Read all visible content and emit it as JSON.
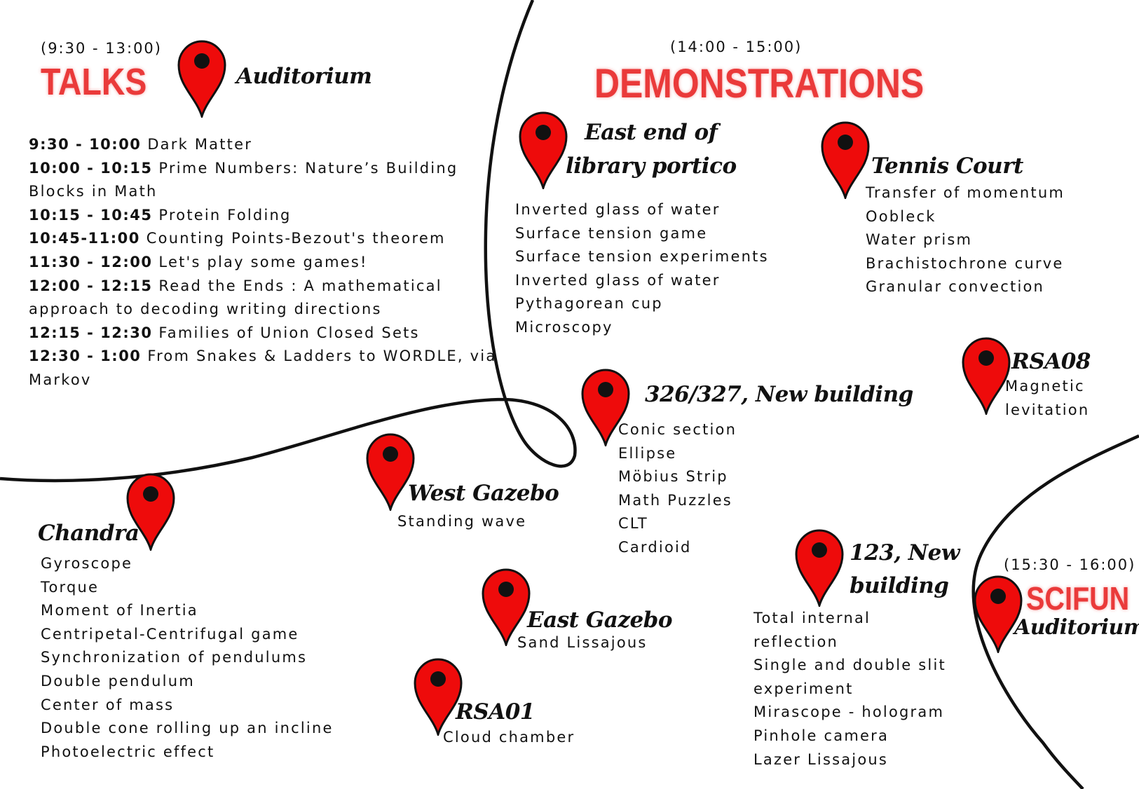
{
  "colors": {
    "accent": "#ea3a3a",
    "pin": "#ee0b0b",
    "ink": "#111111"
  },
  "talks": {
    "time": "(9:30 - 13:00)",
    "heading": "TALKS",
    "location": "Auditorium",
    "items": [
      {
        "time": "9:30 - 10:00",
        "title": "Dark Matter"
      },
      {
        "time": "10:00 - 10:15",
        "title": "Prime Numbers: Nature’s Building Blocks in Math"
      },
      {
        "time": "10:15 - 10:45",
        "title": "Protein Folding"
      },
      {
        "time": "10:45-11:00",
        "title": "Counting Points-Bezout's theorem"
      },
      {
        "time": "11:30 - 12:00",
        "title": "Let's play some games!"
      },
      {
        "time": "12:00 - 12:15",
        "title": "Read the Ends : A mathematical approach to decoding writing directions"
      },
      {
        "time": "12:15 - 12:30",
        "title": "Families of Union Closed Sets"
      },
      {
        "time": "12:30 - 1:00",
        "title": "From Snakes & Ladders to WORDLE, via Markov"
      }
    ]
  },
  "demos": {
    "time": "(14:00 - 15:00)",
    "heading": "DEMONSTRATIONS",
    "library": {
      "line1": "East end of",
      "line2": "library portico",
      "items": [
        "Inverted glass of water",
        "Surface tension game",
        "Surface tension experiments",
        "Inverted glass of water",
        "Pythagorean cup",
        "Microscopy"
      ]
    },
    "tennis": {
      "name": "Tennis Court",
      "items": [
        "Transfer of momentum",
        "Oobleck",
        "Water prism",
        "Brachistochrone curve",
        "Granular convection"
      ]
    },
    "rsa08": {
      "name": "RSA08",
      "items": [
        "Magnetic",
        "levitation"
      ]
    },
    "new326": {
      "name": "326/327, New building",
      "items": [
        "Conic section",
        "Ellipse",
        "Möbius Strip",
        "Math Puzzles",
        "CLT",
        "Cardioid"
      ]
    },
    "westGazebo": {
      "name": "West Gazebo",
      "items": [
        "Standing wave"
      ]
    },
    "chandra": {
      "name": "Chandra",
      "items": [
        "Gyroscope",
        "Torque",
        "Moment of Inertia",
        "Centripetal-Centrifugal game",
        "Synchronization of pendulums",
        "Double pendulum",
        "Center of mass",
        "Double cone rolling up an incline",
        "Photoelectric effect"
      ]
    },
    "eastGazebo": {
      "name": "East Gazebo",
      "items": [
        "Sand Lissajous"
      ]
    },
    "rsa01": {
      "name": "RSA01",
      "items": [
        "Cloud chamber"
      ]
    },
    "new123": {
      "line1": "123, New",
      "line2": "building",
      "items": [
        "Total internal",
        "reflection",
        "Single and double slit",
        "experiment",
        "Mirascope - hologram",
        "Pinhole camera",
        "Lazer Lissajous"
      ]
    }
  },
  "scifun": {
    "time": "(15:30 - 16:00)",
    "heading": "SCIFUN",
    "location": "Auditorium"
  }
}
